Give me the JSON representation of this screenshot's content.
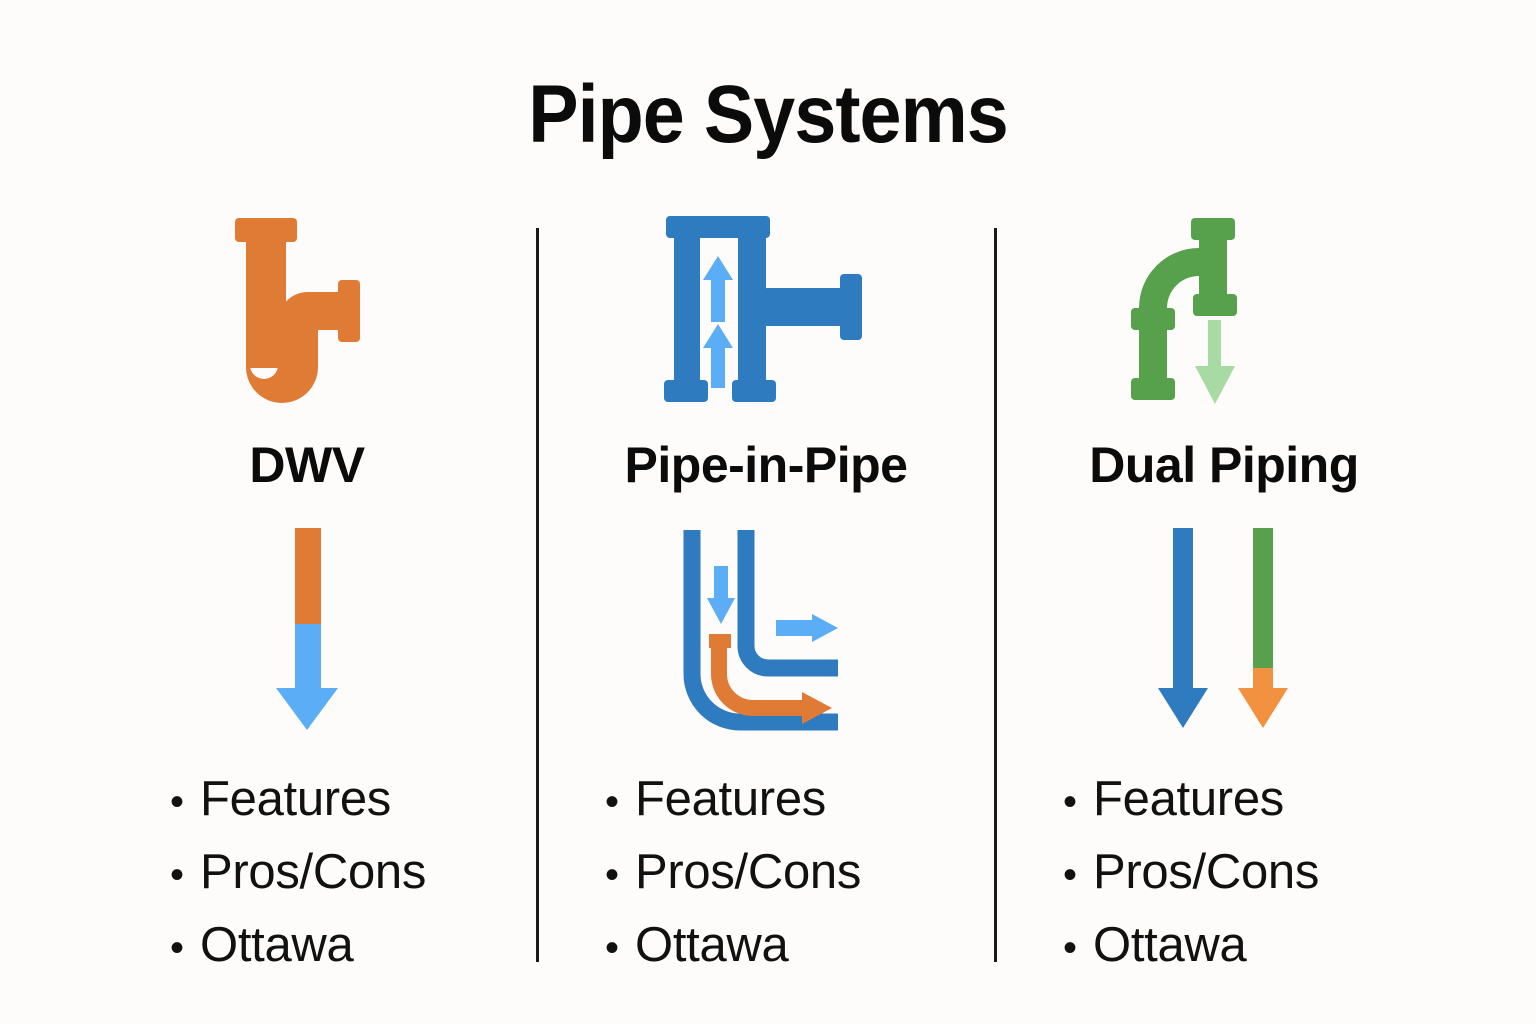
{
  "page": {
    "title": "Pipe Systems",
    "background_color": "#fdfcfa",
    "text_color": "#111111"
  },
  "palette": {
    "orange": "#e07b35",
    "orange_light": "#f2913f",
    "blue_dark": "#2e7cbf",
    "blue_light": "#5baef5",
    "green": "#57a04c",
    "green_light": "#a8dba3",
    "divider": "#1a1a1a"
  },
  "columns": [
    {
      "id": "dwv",
      "heading": "DWV",
      "top_icon": "p-trap-pipe-icon",
      "flow_icon": "downward-flow-arrow-icon",
      "bullets": [
        {
          "marker": "•",
          "label": "Features"
        },
        {
          "marker": "•",
          "label": "Pros/Cons"
        },
        {
          "marker": "•",
          "label": "Ottawa"
        }
      ]
    },
    {
      "id": "pipe-in-pipe",
      "heading": "Pipe-in-Pipe",
      "top_icon": "double-wall-pipe-tee-icon",
      "flow_icon": "double-wall-elbow-flow-icon",
      "bullets": [
        {
          "marker": "•",
          "label": "Features"
        },
        {
          "marker": "•",
          "label": "Pros/Cons"
        },
        {
          "marker": "•",
          "label": "Ottawa"
        }
      ]
    },
    {
      "id": "dual-piping",
      "heading": "Dual Piping",
      "top_icon": "green-elbow-pipe-icon",
      "flow_icon": "dual-parallel-arrows-icon",
      "bullets": [
        {
          "marker": "•",
          "label": "Features"
        },
        {
          "marker": "•",
          "label": "Pros/Cons"
        },
        {
          "marker": "•",
          "label": "Ottawa"
        }
      ]
    }
  ]
}
